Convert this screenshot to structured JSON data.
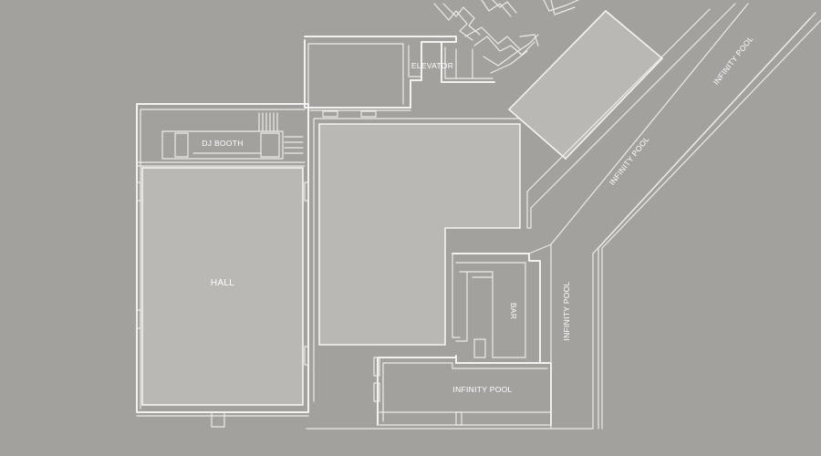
{
  "colors": {
    "background": "#a3a19e",
    "floor_fill": "#b9b8b5",
    "lines": "#f2f2f0"
  },
  "rooms": {
    "elevator": "ELEVATOR",
    "dj_booth": "DJ BOOTH",
    "hall": "HALL",
    "bar": "BAR"
  },
  "pools": {
    "top_right": "INFINITY POOL",
    "diagonal_middle": "INFINITY POOL",
    "vertical": "INFINITY POOL",
    "bottom": "INFINITY POOL"
  }
}
